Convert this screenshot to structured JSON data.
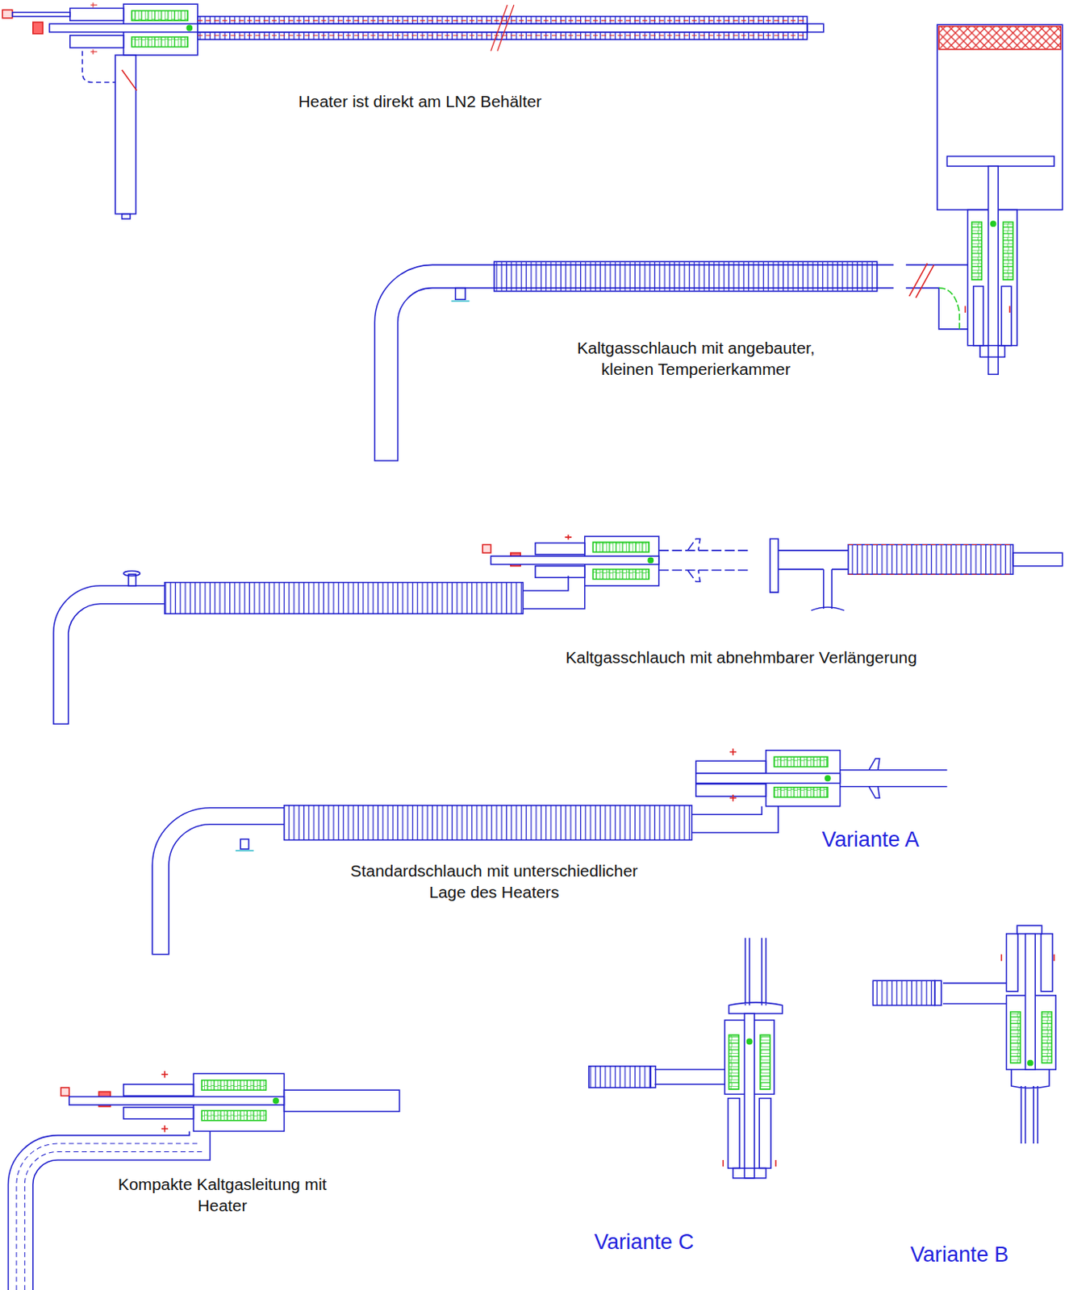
{
  "diagram": {
    "labels": [
      "Heater ist direkt am LN2 Behälter",
      "Kaltgasschlauch mit angebauter, kleinen Temperierkammer",
      "Kaltgasschlauch mit abnehmbarer Verlängerung",
      "Standardschlauch mit unterschiedlicher Lage des Heaters",
      "Variante A",
      "Kompakte Kaltgasleitung mit Heater",
      "Variante C",
      "Variante B"
    ]
  }
}
